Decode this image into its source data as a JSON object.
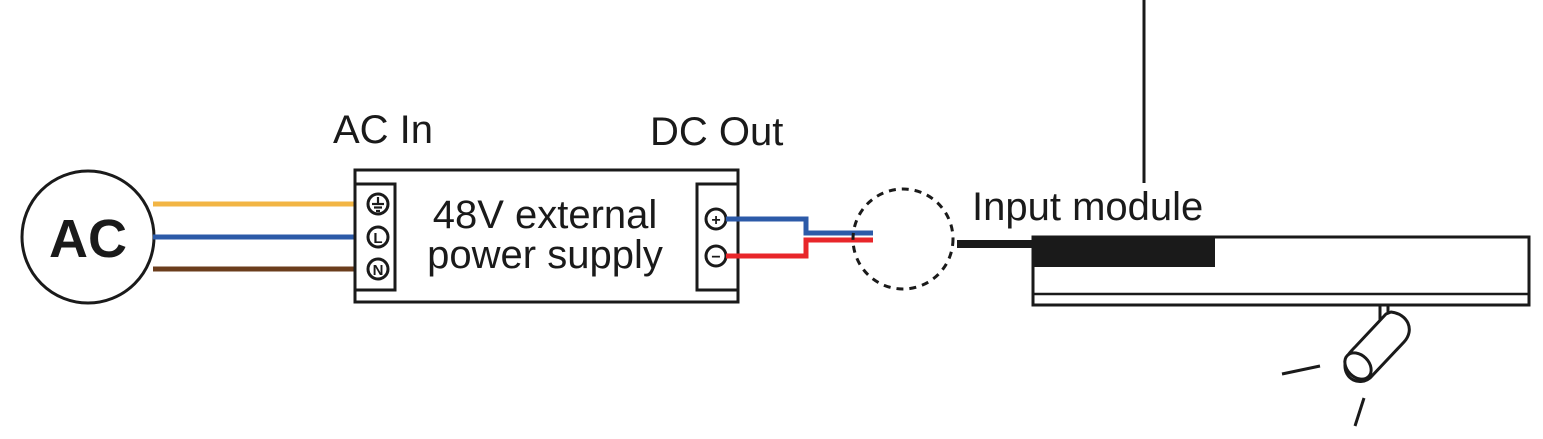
{
  "labels": {
    "ac_source": "AC",
    "ac_in": "AC In",
    "dc_out": "DC Out",
    "psu_line1": "48V external",
    "psu_line2": "power supply",
    "input_module": "Input module"
  },
  "terminals": {
    "earth": "⏚",
    "live": "L",
    "neutral": "N",
    "dc_plus": "+",
    "dc_minus": "−"
  },
  "colors": {
    "earth_wire": "#f2b544",
    "live_wire": "#2c5aa8",
    "neutral_wire": "#6b3d1c",
    "dc_positive_wire": "#2c5aa8",
    "dc_negative_wire": "#e8262a",
    "outline": "#1a1a1a"
  }
}
